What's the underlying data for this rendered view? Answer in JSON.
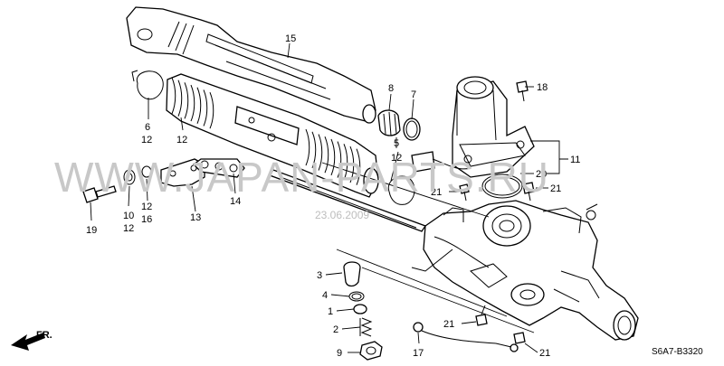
{
  "watermark": "WWW.JAPAN-PARTS.RU",
  "watermark_date": "23.06.2009",
  "diagram_code": "S6A7-B3320",
  "front_marker": "FR.",
  "callouts": [
    {
      "id": "c15",
      "text": "15"
    },
    {
      "id": "c8",
      "text": "8"
    },
    {
      "id": "c7",
      "text": "7"
    },
    {
      "id": "c5",
      "text": "5"
    },
    {
      "id": "c12a",
      "text": "12"
    },
    {
      "id": "c18",
      "text": "18"
    },
    {
      "id": "c11",
      "text": "11"
    },
    {
      "id": "c20",
      "text": "20"
    },
    {
      "id": "c21a",
      "text": "21"
    },
    {
      "id": "c21b",
      "text": "21"
    },
    {
      "id": "c6",
      "text": "6"
    },
    {
      "id": "c12b",
      "text": "12"
    },
    {
      "id": "c12c",
      "text": "12"
    },
    {
      "id": "c19",
      "text": "19"
    },
    {
      "id": "c10",
      "text": "10"
    },
    {
      "id": "c12d",
      "text": "12"
    },
    {
      "id": "c12e",
      "text": "12"
    },
    {
      "id": "c16",
      "text": "16"
    },
    {
      "id": "c13",
      "text": "13"
    },
    {
      "id": "c14",
      "text": "14"
    },
    {
      "id": "c3",
      "text": "3"
    },
    {
      "id": "c4",
      "text": "4"
    },
    {
      "id": "c1",
      "text": "1"
    },
    {
      "id": "c2",
      "text": "2"
    },
    {
      "id": "c9",
      "text": "9"
    },
    {
      "id": "c17",
      "text": "17"
    },
    {
      "id": "c21c",
      "text": "21"
    },
    {
      "id": "c21d",
      "text": "21"
    }
  ]
}
